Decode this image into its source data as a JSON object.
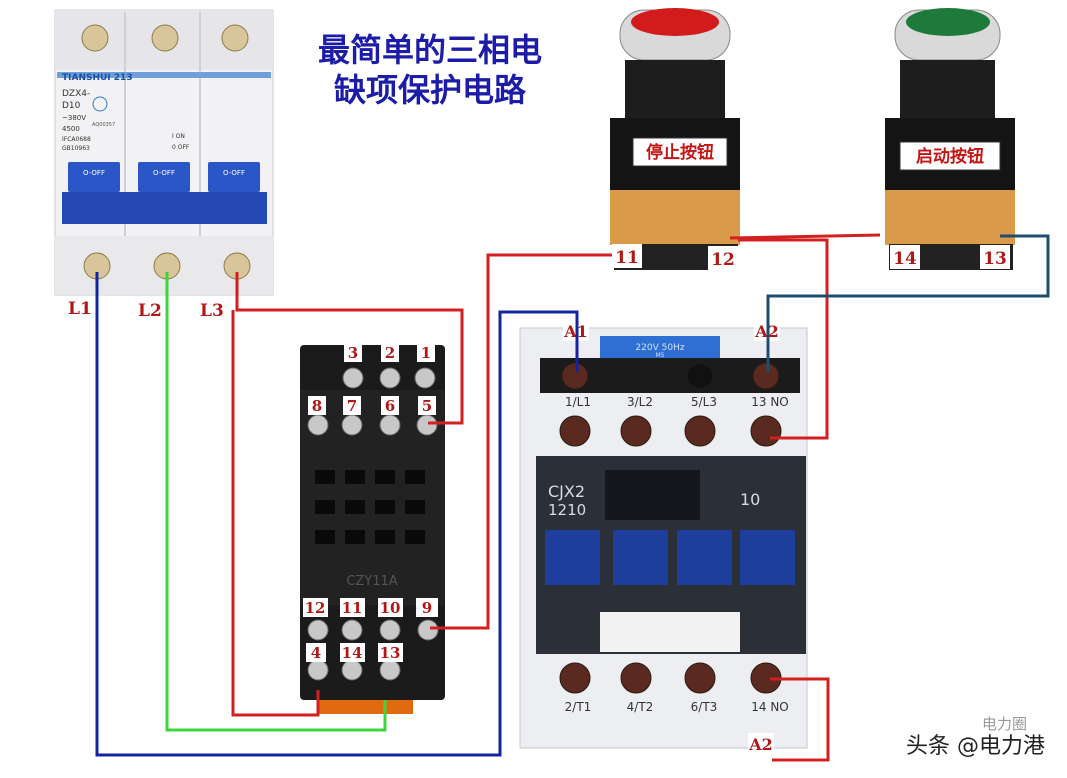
{
  "title": {
    "line1": "最简单的三相电",
    "line2": "缺项保护电路"
  },
  "breaker": {
    "brand": "TIANSHUI 213",
    "model": "DZX4-",
    "rating": "D10",
    "voltage": "~380V",
    "capacity": "4500",
    "std1": "IFCA0688",
    "std2": "GB10963",
    "cert": "AQ00357",
    "on": "I  ON",
    "off": "0  OFF",
    "handle": [
      "O-OFF",
      "O-OFF",
      "O-OFF"
    ],
    "phases": [
      "L1",
      "L2",
      "L3"
    ]
  },
  "stop_button": {
    "label": "停止按钮",
    "terminals": [
      "11",
      "12"
    ]
  },
  "start_button": {
    "label": "启动按钮",
    "terminals": [
      "14",
      "13"
    ]
  },
  "relay_base": {
    "marking": "CZY11A",
    "top_row1": [
      "3",
      "2",
      "1"
    ],
    "top_row2": [
      "8",
      "7",
      "6",
      "5"
    ],
    "bottom_row1": [
      "12",
      "11",
      "10",
      "9"
    ],
    "bottom_row2": [
      "4",
      "14",
      "13"
    ]
  },
  "contactor": {
    "coil_label": "220V 50Hz",
    "coil_sub": "M5",
    "coil_terminals": [
      "A1",
      "A2"
    ],
    "top_labels": [
      "1/L1",
      "3/L2",
      "5/L3",
      "13 NO"
    ],
    "model": "CJX2",
    "model_num": "1210",
    "aux": "10",
    "bottom_labels": [
      "2/T1",
      "4/T2",
      "6/T3",
      "14 NO"
    ],
    "bottom_a2": "A2"
  },
  "watermark": {
    "text": "头条 @电力港",
    "faint": "电力圈"
  },
  "colors": {
    "red": "#d22020",
    "green": "#3ed43e",
    "blue": "#1424a0",
    "darkblue": "#1f4d6e",
    "label_red": "#b01818"
  }
}
